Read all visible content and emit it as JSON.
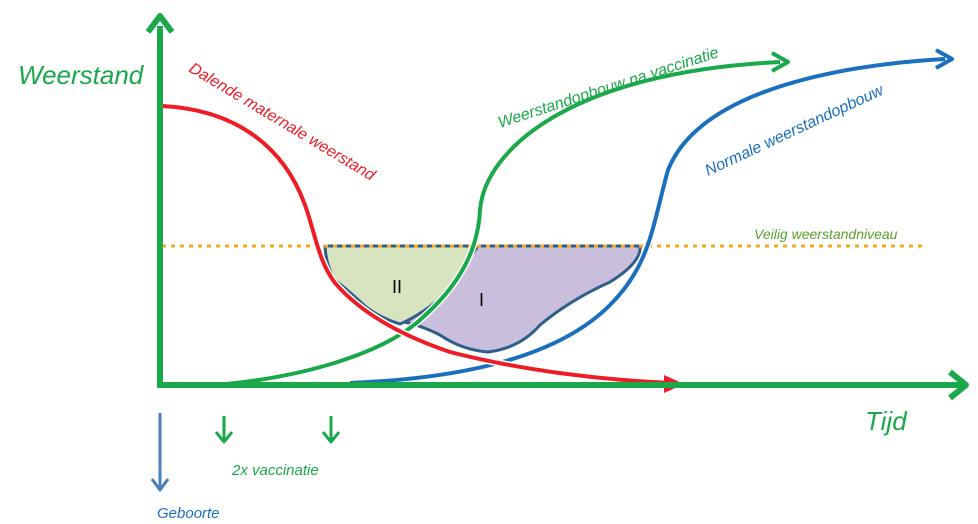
{
  "axes": {
    "y_label": "Weerstand",
    "x_label": "Tijd"
  },
  "curves": {
    "maternal": "Dalende maternale weerstand",
    "vaccination": "Weerstandopbouw na vaccinatie",
    "normal": "Normale weerstandopbouw"
  },
  "threshold_label": "Veilig weerstandniveau",
  "zones": {
    "zone_one": "I",
    "zone_two": "II"
  },
  "events": {
    "birth": "Geboorte",
    "vaccination": "2x  vaccinatie"
  },
  "colors": {
    "green": "#1aa84a",
    "red": "#ee1c25",
    "blue": "#1b6fbf",
    "orange": "#f5a623",
    "zone_one_fill": "#c9bedc",
    "zone_two_fill": "#d8e4c0",
    "zone_outline": "#2e5f8a",
    "birth_arrow": "#4a7fbd"
  }
}
